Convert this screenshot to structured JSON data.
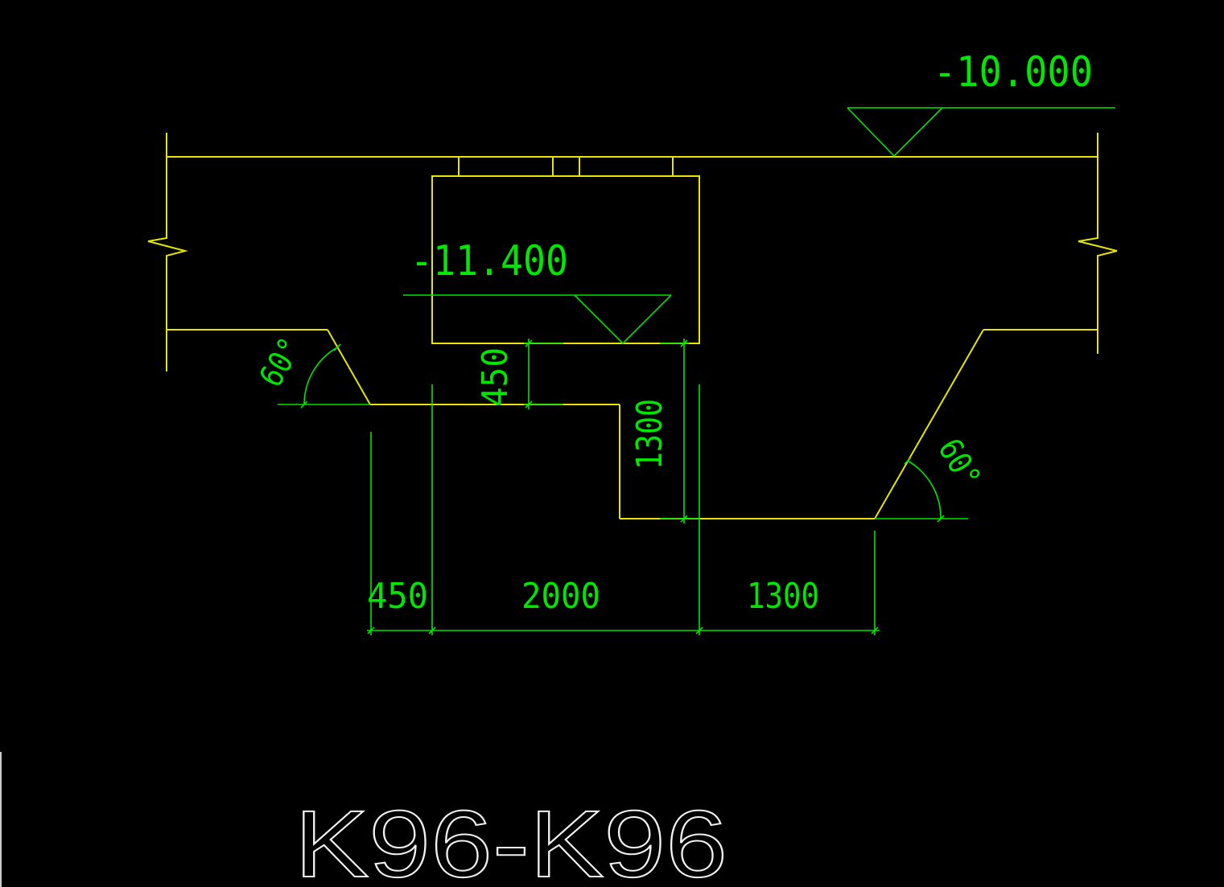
{
  "drawing": {
    "title": "K96-K96",
    "elevations": {
      "top": "-10.000",
      "pit": "-11.400"
    },
    "dimensions": {
      "d450_bottom": "450",
      "d2000": "2000",
      "d1300_bottom": "1300",
      "d1300_vertical": "1300",
      "d450_vertical": "450"
    },
    "angles": {
      "left": "60°",
      "right": "60°"
    }
  },
  "colors": {
    "background": "#000000",
    "outline": "#ffff00",
    "dimension": "#00ff00",
    "title": "#ffffff"
  }
}
